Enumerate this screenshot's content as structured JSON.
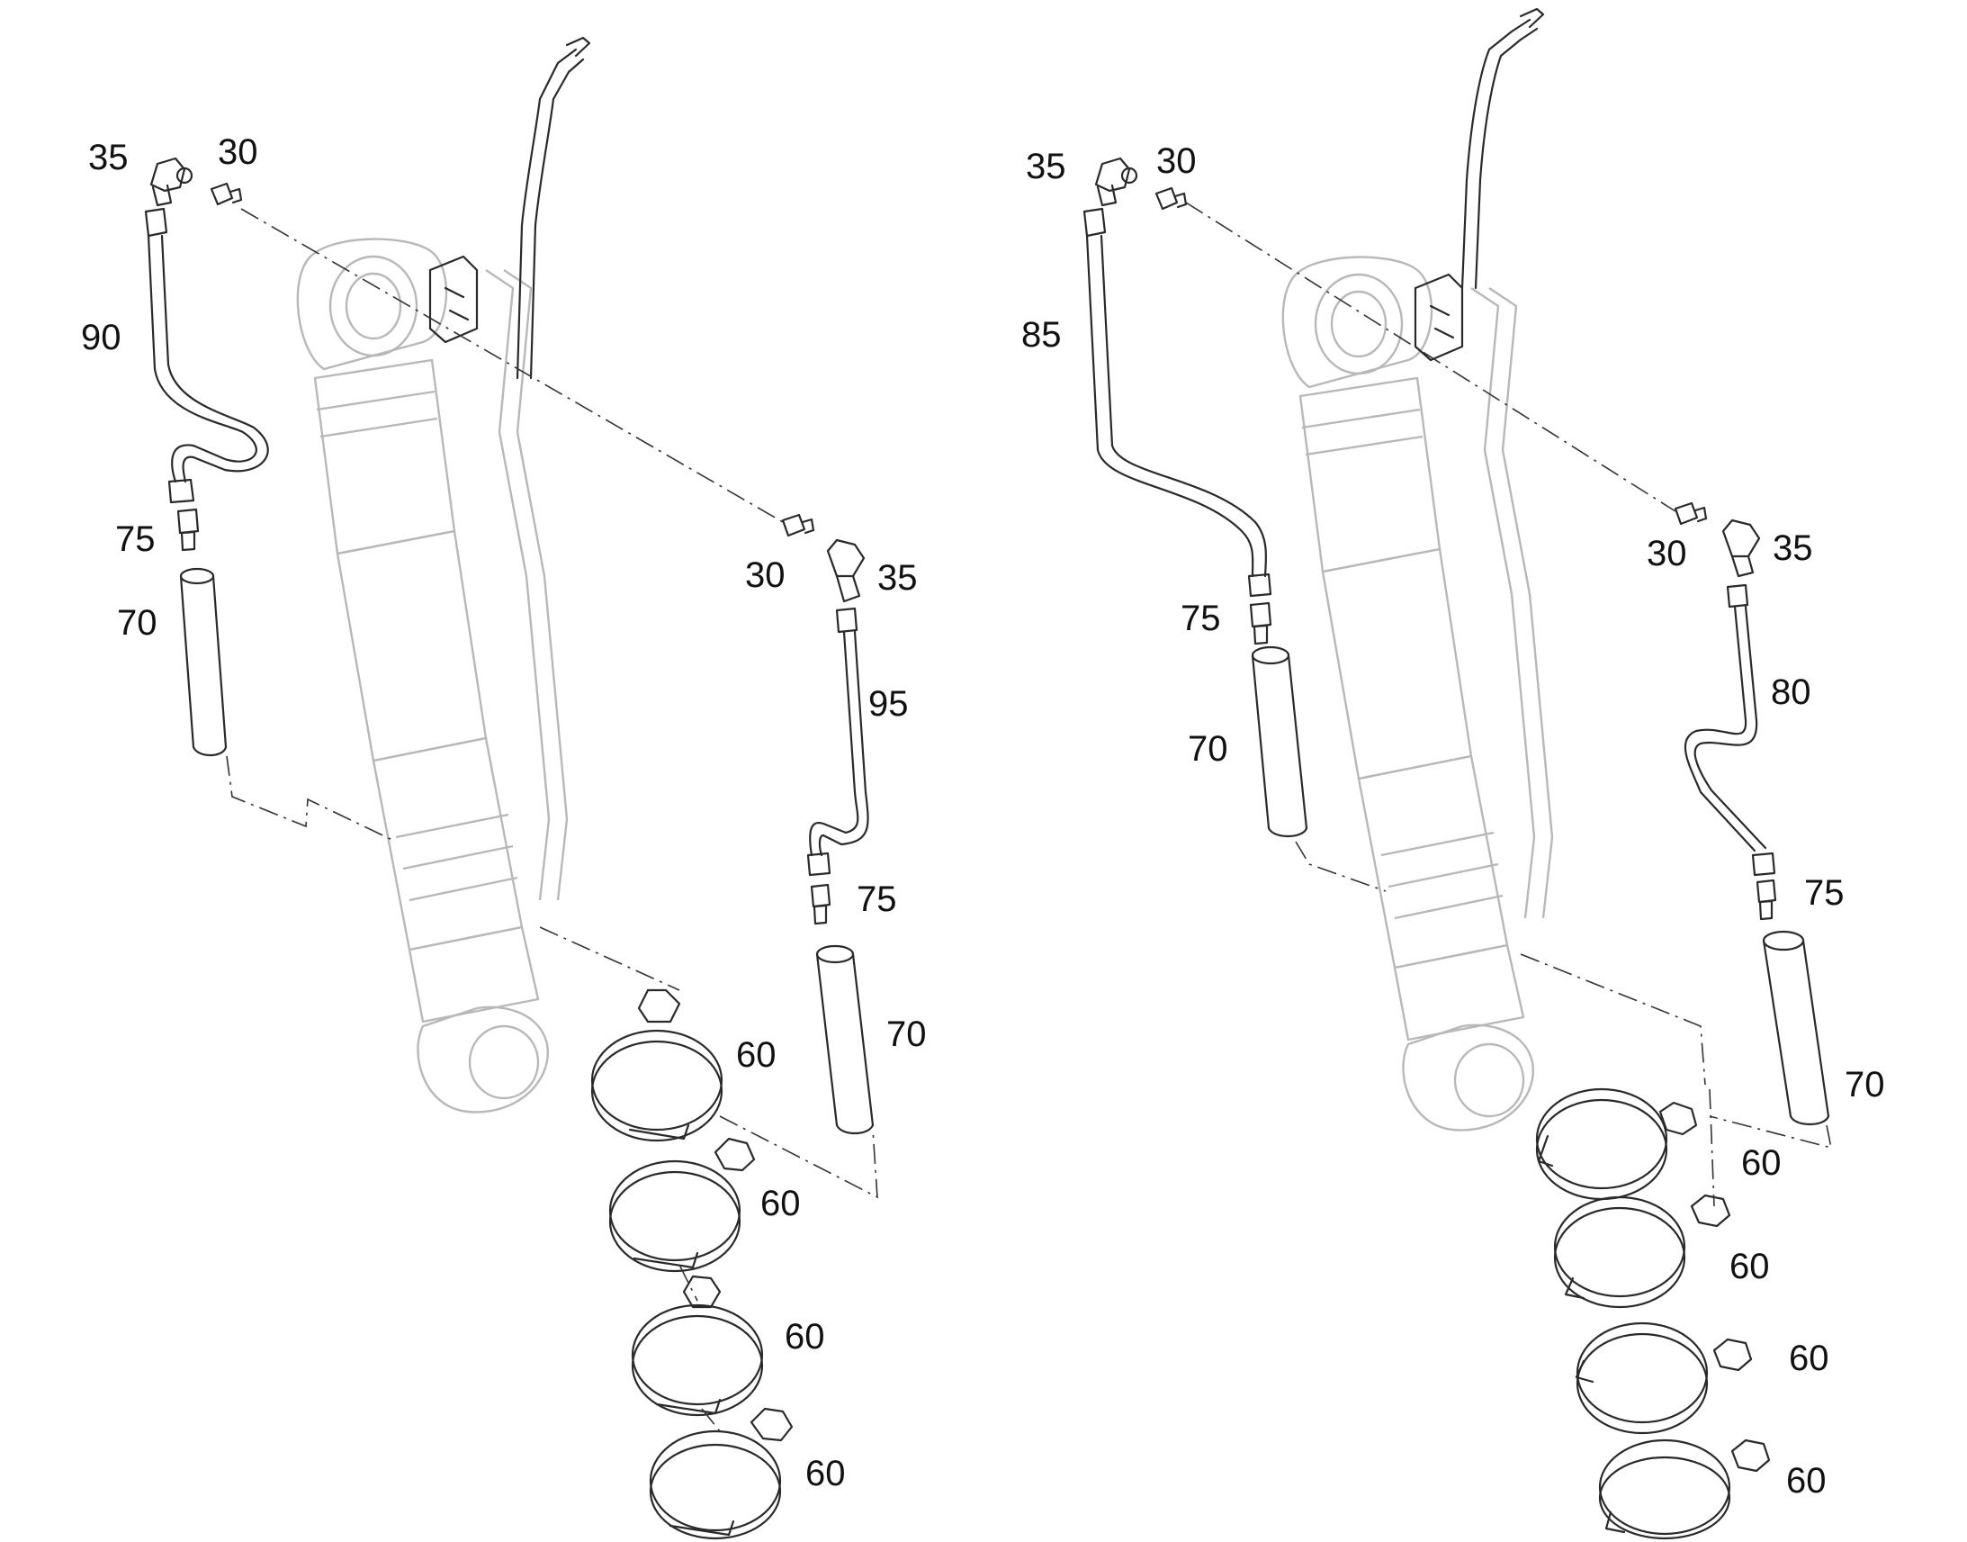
{
  "left_assembly": {
    "callouts": [
      {
        "id": "l-35a",
        "text": "35"
      },
      {
        "id": "l-30a",
        "text": "30"
      },
      {
        "id": "l-90",
        "text": "90"
      },
      {
        "id": "l-75a",
        "text": "75"
      },
      {
        "id": "l-70a",
        "text": "70"
      },
      {
        "id": "l-30b",
        "text": "30"
      },
      {
        "id": "l-35b",
        "text": "35"
      },
      {
        "id": "l-95",
        "text": "95"
      },
      {
        "id": "l-75b",
        "text": "75"
      },
      {
        "id": "l-70b",
        "text": "70"
      },
      {
        "id": "l-60a",
        "text": "60"
      },
      {
        "id": "l-60b",
        "text": "60"
      },
      {
        "id": "l-60c",
        "text": "60"
      },
      {
        "id": "l-60d",
        "text": "60"
      }
    ]
  },
  "right_assembly": {
    "callouts": [
      {
        "id": "r-35a",
        "text": "35"
      },
      {
        "id": "r-30a",
        "text": "30"
      },
      {
        "id": "r-85",
        "text": "85"
      },
      {
        "id": "r-75a",
        "text": "75"
      },
      {
        "id": "r-70a",
        "text": "70"
      },
      {
        "id": "r-30b",
        "text": "30"
      },
      {
        "id": "r-35b",
        "text": "35"
      },
      {
        "id": "r-80",
        "text": "80"
      },
      {
        "id": "r-75b",
        "text": "75"
      },
      {
        "id": "r-70b",
        "text": "70"
      },
      {
        "id": "r-60a",
        "text": "60"
      },
      {
        "id": "r-60b",
        "text": "60"
      },
      {
        "id": "r-60c",
        "text": "60"
      },
      {
        "id": "r-60d",
        "text": "60"
      }
    ]
  }
}
